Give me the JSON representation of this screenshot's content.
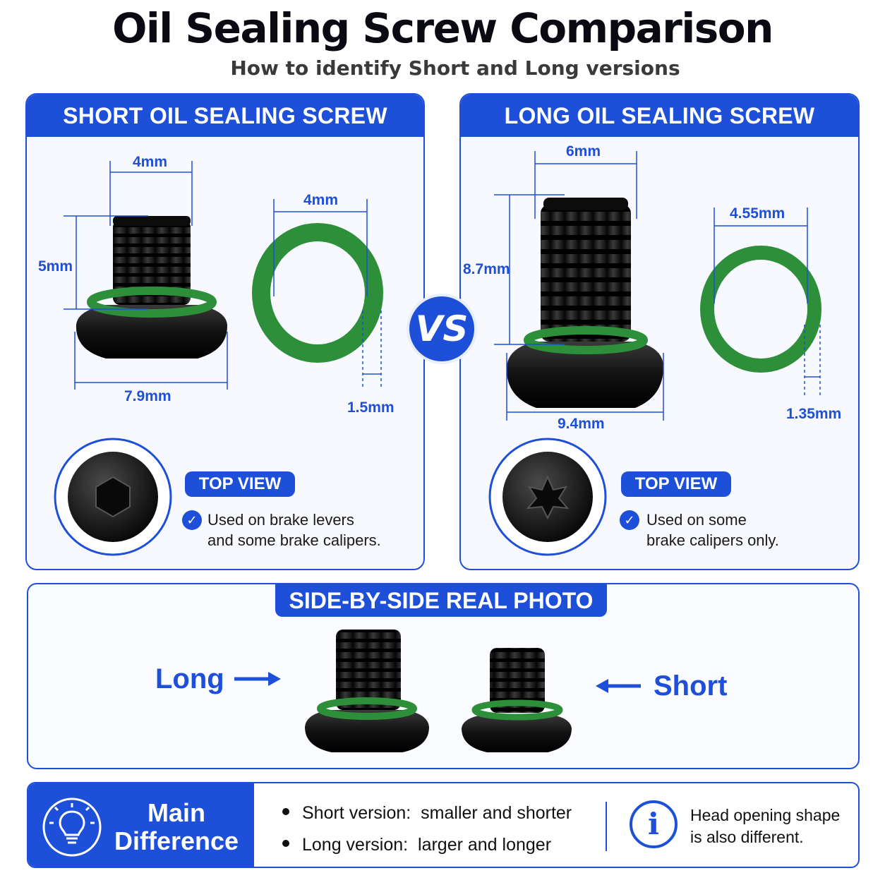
{
  "header": {
    "title": "Oil Sealing Screw Comparison",
    "subtitle": "How to identify Short and Long versions"
  },
  "short_panel": {
    "title": "SHORT OIL SEALING SCREW",
    "thread_width": "4mm",
    "thread_length": "5mm",
    "head_diameter": "7.9mm",
    "oring_inner": "4mm",
    "oring_thickness": "1.5mm",
    "top_view_label": "TOP VIEW",
    "usage_line1": "Used on brake levers",
    "usage_line2": "and some brake calipers.",
    "icons": [
      "hex-socket-icon",
      "check-icon"
    ]
  },
  "long_panel": {
    "title": "LONG OIL SEALING SCREW",
    "thread_width": "6mm",
    "thread_length": "8.7mm",
    "head_diameter": "9.4mm",
    "oring_inner": "4.55mm",
    "oring_thickness": "1.35mm",
    "top_view_label": "TOP VIEW",
    "usage_line1": "Used on some",
    "usage_line2": "brake calipers only.",
    "icons": [
      "torx-socket-icon",
      "check-icon"
    ]
  },
  "vs_label": "VS",
  "side_by_side": {
    "title": "SIDE-BY-SIDE REAL PHOTO",
    "long_label": "Long",
    "short_label": "Short"
  },
  "summary": {
    "heading_line1": "Main",
    "heading_line2": "Difference",
    "bullet1_key": "Short version:",
    "bullet1_value": "smaller and shorter",
    "bullet2_key": "Long version:",
    "bullet2_value": "larger and longer",
    "info_line1": "Head opening shape",
    "info_line2": "is also different.",
    "icons": [
      "lightbulb-icon",
      "info-icon"
    ]
  },
  "colors": {
    "brand_blue": "#1d4fd8",
    "oring_green": "#2e8f3a",
    "screw_black": "#111111"
  }
}
